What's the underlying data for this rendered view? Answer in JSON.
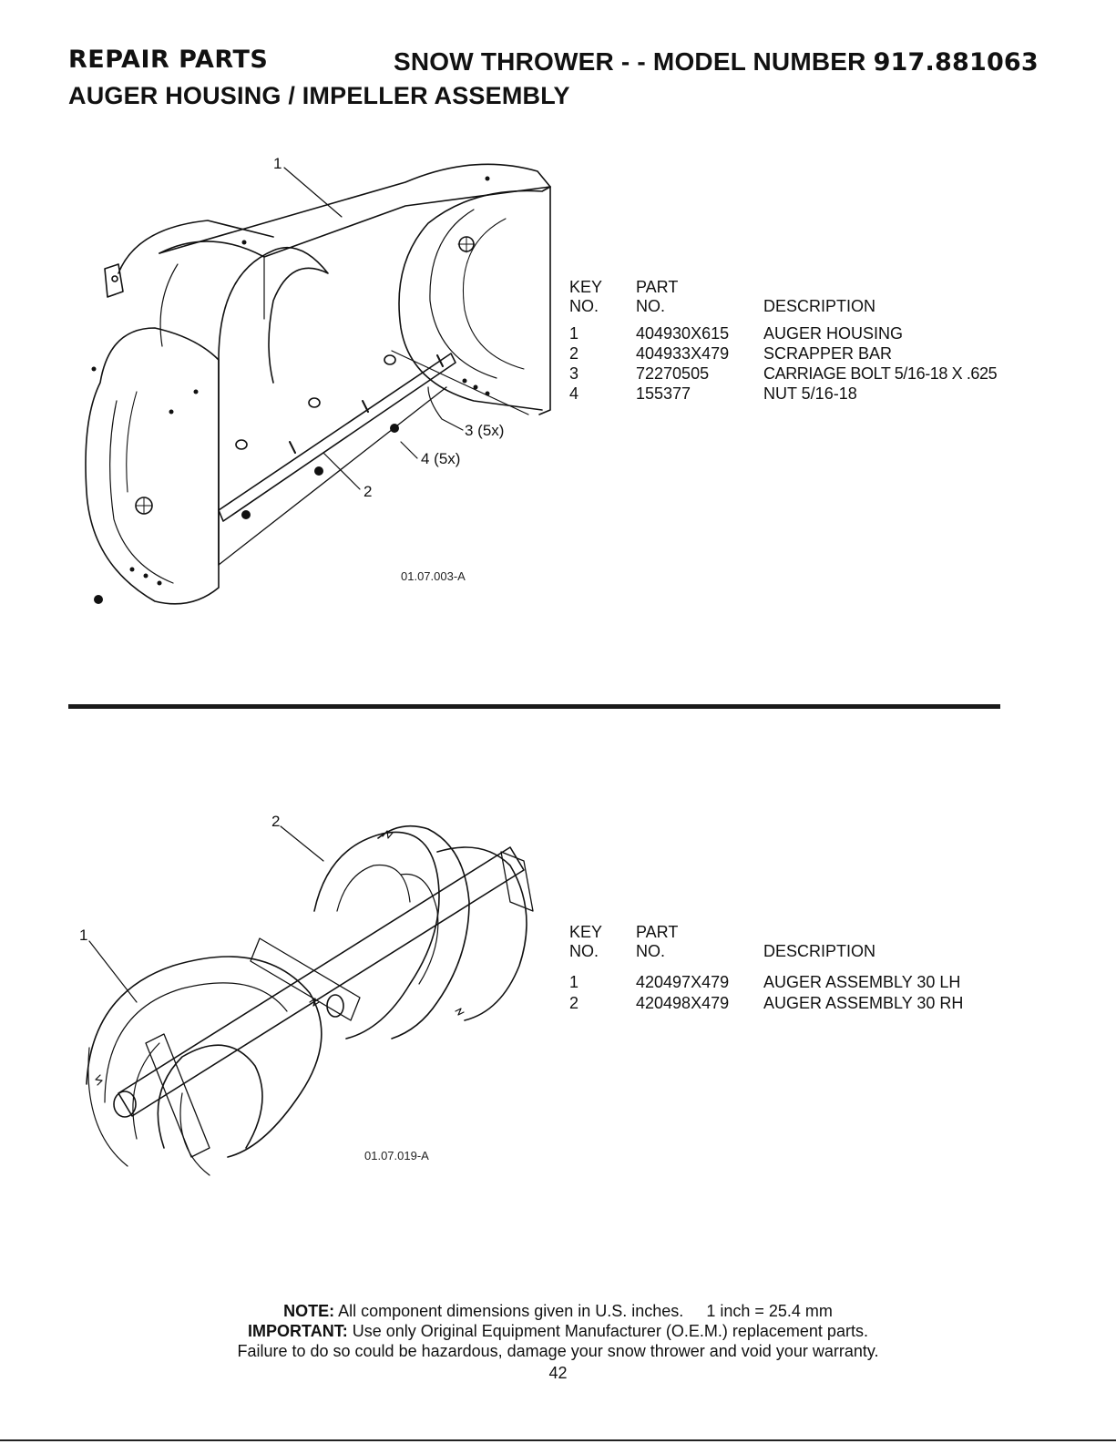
{
  "header": {
    "left": "REPAIR PARTS",
    "right_prefix": "SNOW THROWER - - MODEL NUMBER",
    "model_number": "917.881063",
    "subtitle": "AUGER HOUSING / IMPELLER ASSEMBLY"
  },
  "figure1": {
    "code": "01.07.003-A",
    "callouts": [
      "1",
      "2",
      "3 (5x)",
      "4 (5x)"
    ]
  },
  "table1": {
    "headers": {
      "key_line1": "KEY",
      "key_line2": "NO.",
      "part_line1": "PART",
      "part_line2": "NO.",
      "description": "DESCRIPTION"
    },
    "rows": [
      {
        "key": "1",
        "part": "404930X615",
        "description": "AUGER HOUSING"
      },
      {
        "key": "2",
        "part": "404933X479",
        "description": "SCRAPPER BAR"
      },
      {
        "key": "3",
        "part": "72270505",
        "description": "CARRIAGE BOLT 5/16-18 X .625"
      },
      {
        "key": "4",
        "part": "155377",
        "description": "NUT 5/16-18"
      }
    ]
  },
  "figure2": {
    "code": "01.07.019-A",
    "callouts": [
      "1",
      "2"
    ]
  },
  "table2": {
    "headers": {
      "key_line1": "KEY",
      "key_line2": "NO.",
      "part_line1": "PART",
      "part_line2": "NO.",
      "description": "DESCRIPTION"
    },
    "rows": [
      {
        "key": "1",
        "part": "420497X479",
        "description": "AUGER ASSEMBLY 30 LH"
      },
      {
        "key": "2",
        "part": "420498X479",
        "description": "AUGER ASSEMBLY 30 RH"
      }
    ]
  },
  "notes": {
    "note_label": "NOTE:",
    "note_text": "All component dimensions given in U.S. inches.",
    "conversion": "1 inch = 25.4 mm",
    "important_label": "IMPORTANT:",
    "important_text": "Use only Original Equipment Manufacturer (O.E.M.) replacement parts.",
    "warning": "Failure to do so could be hazardous, damage your snow thrower and void your warranty."
  },
  "page_number": "42"
}
